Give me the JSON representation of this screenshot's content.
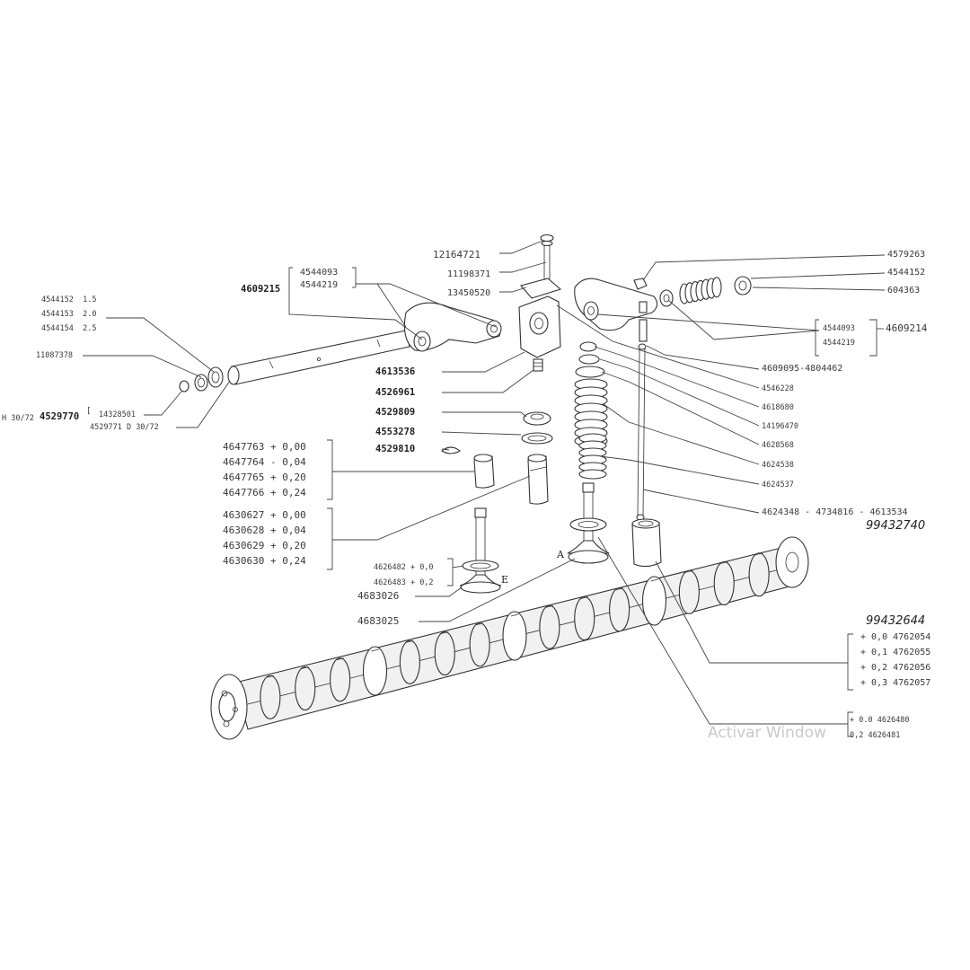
{
  "labels": {
    "bolt_top": "12164721",
    "pin_top": "11198371",
    "clip_top": "13450520",
    "right_top_1": "4579263",
    "right_top_2": "4544152",
    "right_top_3": "604363",
    "rocker_left_group": "4609215",
    "rocker_left_a": "4544093",
    "rocker_left_b": "4544219",
    "shim_15": "4544152",
    "shim_15_size": "1.5",
    "shim_20": "4544153",
    "shim_20_size": "2.0",
    "shim_25": "4544154",
    "shim_25_size": "2.5",
    "washer_left": "11087378",
    "shaft_code": "4529770",
    "shaft_h_prefix": "H 30/72",
    "shaft_sub_1": "14328501",
    "shaft_sub_2": "4529771",
    "shaft_sub_2_suffix": "D 30/72",
    "screw_a": "4613536",
    "screw_b": "4526961",
    "retainer": "4529809",
    "seat_washer": "4553278",
    "keeper": "4529810",
    "guide_a_1": "4647763",
    "guide_a_1_v": "+ 0,00",
    "guide_a_2": "4647764",
    "guide_a_2_v": "- 0,04",
    "guide_a_3": "4647765",
    "guide_a_3_v": "+ 0,20",
    "guide_a_4": "4647766",
    "guide_a_4_v": "+ 0,24",
    "guide_b_1": "4630627",
    "guide_b_1_v": "+ 0,00",
    "guide_b_2": "4630628",
    "guide_b_2_v": "+ 0,04",
    "guide_b_3": "4630629",
    "guide_b_3_v": "+ 0,20",
    "guide_b_4": "4630630",
    "guide_b_4_v": "+ 0,24",
    "seat_1": "4626482",
    "seat_1_v": "+ 0,0",
    "seat_2": "4626483",
    "seat_2_v": "+ 0,2",
    "valve_e": "4683026",
    "valve_a": "4683025",
    "letter_a": "A",
    "letter_e": "E",
    "rocker_right_group": "4609214",
    "rocker_right_a": "4544093",
    "rocker_right_b": "4544219",
    "r_4609095": "4609095-4804462",
    "r_4546228": "4546228",
    "r_4618680": "4618680",
    "r_14196470": "14196470",
    "r_4628568": "4628568",
    "r_4624538": "4624538",
    "r_4624537": "4624537",
    "pushrod": "4624348 - 4734816 - 4613534",
    "cam_kit_code": "99432740",
    "cam_code": "99432644",
    "cam_1": "4762054",
    "cam_1_v": "+ 0,0",
    "cam_2": "4762055",
    "cam_2_v": "+ 0,1",
    "cam_3": "4762056",
    "cam_3_v": "+ 0,2",
    "cam_4": "4762057",
    "cam_4_v": "+ 0,3",
    "tappet_1": "4626480",
    "tappet_1_v": "+ 0.0",
    "tappet_2": "4626481",
    "tappet_2_v": "0,2",
    "watermark": "Activar Window"
  }
}
